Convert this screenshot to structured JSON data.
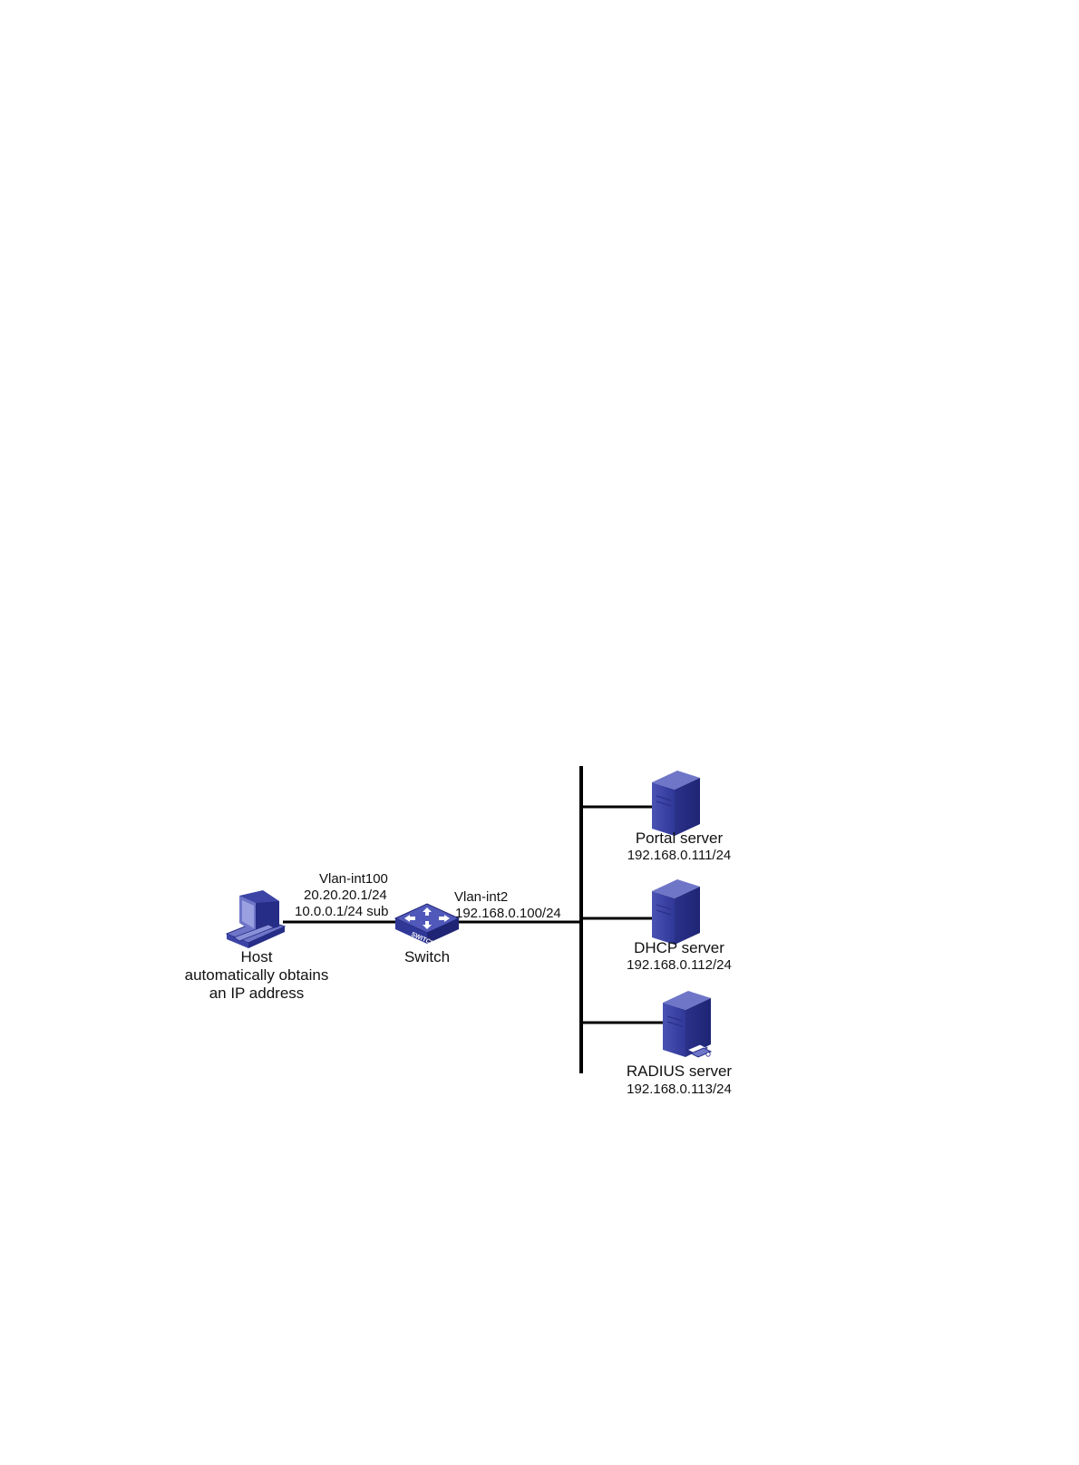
{
  "host": {
    "name": "Host",
    "description_lines": [
      "automatically obtains",
      "an IP address"
    ]
  },
  "switch": {
    "name": "Switch",
    "badge": "SWITCH",
    "downlink": {
      "interface": "Vlan-int100",
      "primary_ip": "20.20.20.1/24",
      "sub_ip": "10.0.0.1/24 sub"
    },
    "uplink": {
      "interface": "Vlan-int2",
      "ip": "192.168.0.100/24"
    }
  },
  "servers": [
    {
      "name": "Portal server",
      "ip": "192.168.0.111/24"
    },
    {
      "name": "DHCP server",
      "ip": "192.168.0.112/24"
    },
    {
      "name": "RADIUS server",
      "ip": "192.168.0.113/24"
    }
  ],
  "colors": {
    "device_light": "#6f76c8",
    "device_mid": "#3c44a6",
    "device_dark": "#262d86",
    "line": "#000000"
  }
}
